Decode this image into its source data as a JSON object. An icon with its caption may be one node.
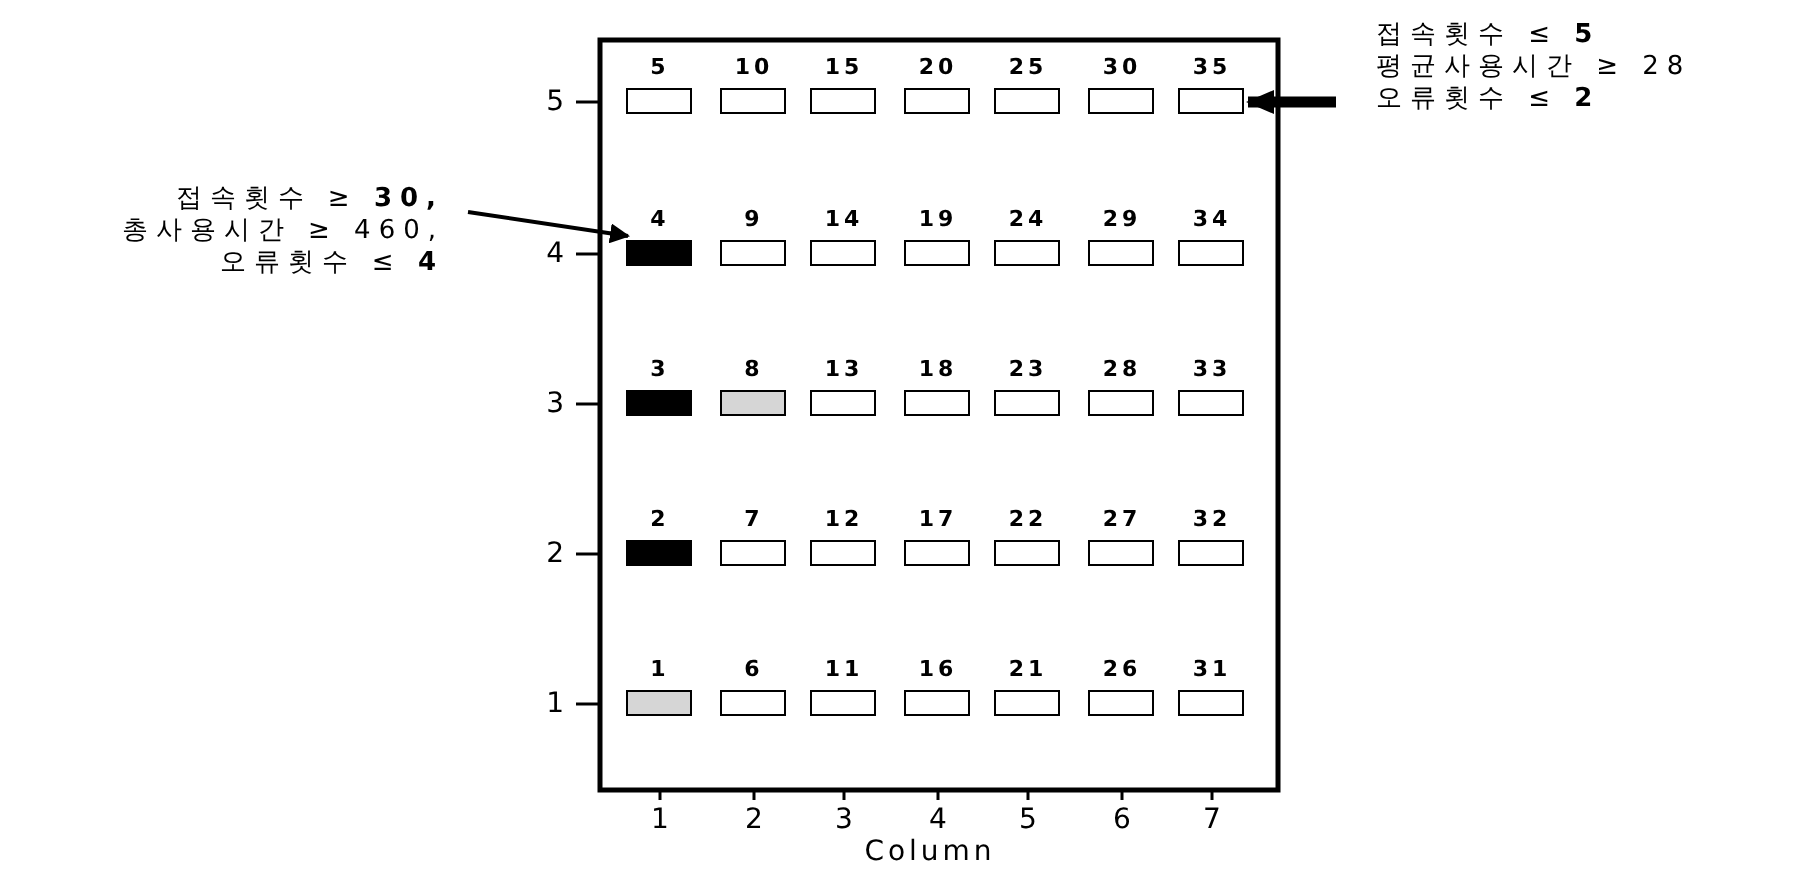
{
  "diagram": {
    "nodes": [
      {
        "text": [
          "1"
        ]
      },
      {
        "text": [
          "2"
        ]
      },
      {
        "text": [
          "3"
        ]
      },
      {
        "text": [
          "4"
        ]
      },
      {
        "text": [
          "5"
        ]
      },
      {
        "text": [
          "6"
        ]
      },
      {
        "text": [
          "7"
        ]
      },
      {
        "text": [
          "8"
        ]
      },
      {
        "text": [
          "9"
        ]
      },
      {
        "text": [
          "10"
        ]
      },
      {
        "text": [
          "11"
        ]
      },
      {
        "text": [
          "12"
        ]
      },
      {
        "text": [
          "13"
        ]
      },
      {
        "text": [
          "14"
        ]
      },
      {
        "text": [
          "15"
        ]
      },
      {
        "text": [
          "16"
        ]
      },
      {
        "text": [
          "17"
        ]
      },
      {
        "text": [
          "18"
        ]
      },
      {
        "text": [
          "19"
        ]
      },
      {
        "text": [
          "20"
        ]
      },
      {
        "text": [
          "21"
        ]
      },
      {
        "text": [
          "22"
        ]
      },
      {
        "text": [
          "23"
        ]
      },
      {
        "text": [
          "24"
        ]
      },
      {
        "text": [
          "25"
        ]
      },
      {
        "text": [
          "26"
        ]
      },
      {
        "text": [
          "27"
        ]
      },
      {
        "text": [
          "28"
        ]
      },
      {
        "text": [
          "29"
        ]
      },
      {
        "text": [
          "30"
        ]
      },
      {
        "text": [
          "31"
        ]
      },
      {
        "text": [
          "32"
        ]
      },
      {
        "text": [
          "33"
        ]
      },
      {
        "text": [
          "34"
        ]
      },
      {
        "text": [
          "35"
        ]
      },
      {
        "text": [
          "접속횟수 ≥ **30,**",
          "총사용시간 ≥ 460,",
          "오류횟수 ≤ **4**"
        ]
      },
      {
        "text": [
          "접속횟수 ≤ **5**",
          "평균사용시간 ≥ 28",
          "오류횟수 ≤ **2**"
        ]
      }
    ],
    "edges": [
      {
        "from": 35,
        "to": 3,
        "arrow": "to"
      },
      {
        "from": 36,
        "to": 34,
        "arrow": "to",
        "style": "thick"
      }
    ],
    "labels": [
      "5",
      "4",
      "3",
      "2",
      "1",
      "1",
      "2",
      "3",
      "4",
      "5",
      "6",
      "7",
      "Column"
    ]
  }
}
